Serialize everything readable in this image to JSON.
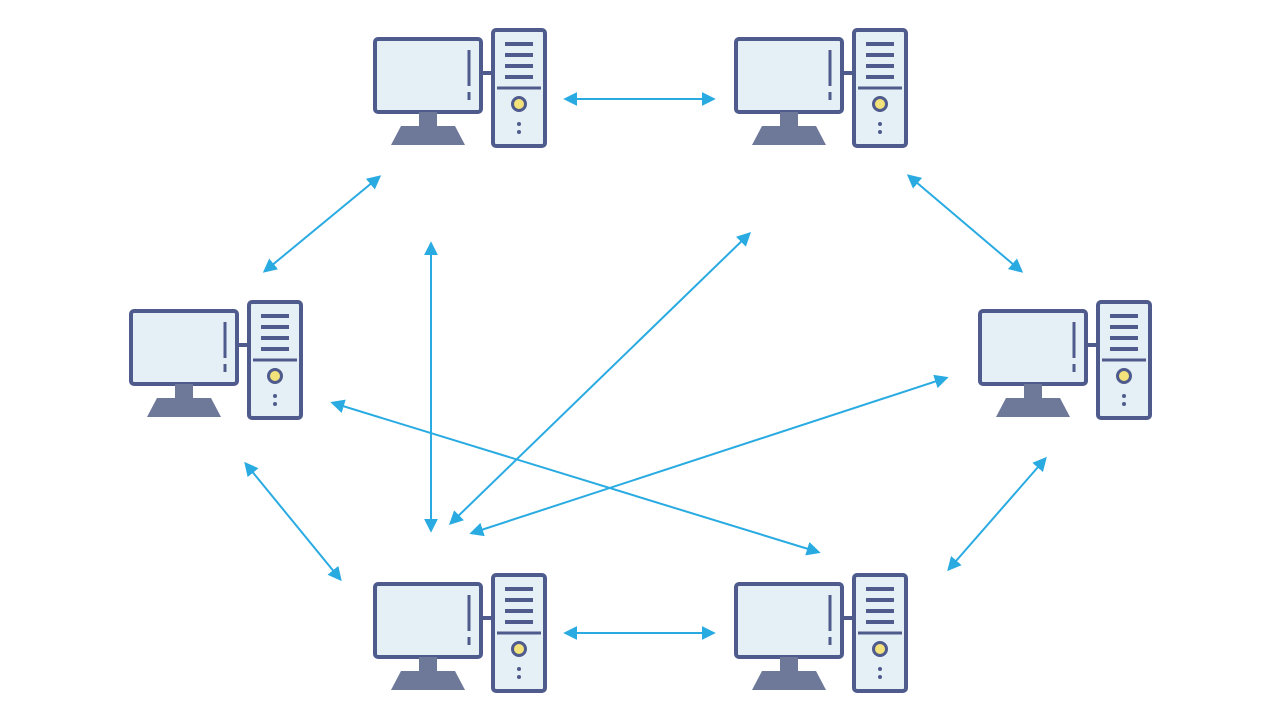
{
  "colors": {
    "background": "#ffffff",
    "outline": "#4f5b8c",
    "screen": "#e4f0f5",
    "stand": "#6e7898",
    "tower_body": "#e4f0f5",
    "power_led": "#f3e27a",
    "arrow": "#29abe2"
  },
  "nodes": [
    {
      "id": "pc-top-left",
      "icon": "desktop-computer-icon"
    },
    {
      "id": "pc-top-right",
      "icon": "desktop-computer-icon"
    },
    {
      "id": "pc-middle-left",
      "icon": "desktop-computer-icon"
    },
    {
      "id": "pc-middle-right",
      "icon": "desktop-computer-icon"
    },
    {
      "id": "pc-bottom-left",
      "icon": "desktop-computer-icon"
    },
    {
      "id": "pc-bottom-right",
      "icon": "desktop-computer-icon"
    }
  ],
  "connections": [
    {
      "from": "pc-top-left",
      "to": "pc-top-right",
      "type": "bidirectional"
    },
    {
      "from": "pc-top-left",
      "to": "pc-middle-left",
      "type": "bidirectional"
    },
    {
      "from": "pc-top-right",
      "to": "pc-middle-right",
      "type": "bidirectional"
    },
    {
      "from": "pc-middle-left",
      "to": "pc-bottom-left",
      "type": "bidirectional"
    },
    {
      "from": "pc-middle-right",
      "to": "pc-bottom-right",
      "type": "bidirectional"
    },
    {
      "from": "pc-bottom-left",
      "to": "pc-bottom-right",
      "type": "bidirectional"
    },
    {
      "from": "pc-top-left",
      "to": "pc-bottom-left",
      "type": "bidirectional"
    },
    {
      "from": "pc-bottom-left",
      "to": "pc-top-right",
      "type": "bidirectional"
    },
    {
      "from": "pc-bottom-left",
      "to": "pc-middle-right",
      "type": "bidirectional"
    },
    {
      "from": "pc-middle-left",
      "to": "pc-bottom-right",
      "type": "bidirectional"
    }
  ]
}
